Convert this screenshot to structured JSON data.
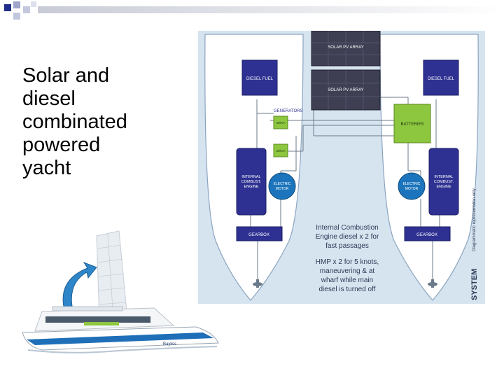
{
  "slide": {
    "title": "Solar and\ndiesel\ncombinated\npowered\nyacht"
  },
  "diagram": {
    "solar_array_top": "SOLAR PV ARRAY",
    "solar_array_mid": "SOLAR PV ARRAY",
    "diesel_fuel_left": "DIESEL FUEL",
    "diesel_fuel_right": "DIESEL FUEL",
    "generators": "GENERATORS",
    "gen1": "30kVA",
    "gen2": "30kVA",
    "batteries": "BATTERIES",
    "engine_left": [
      "INTERNAL",
      "COMBUST.",
      "ENGINE"
    ],
    "engine_right": [
      "INTERNAL",
      "COMBUST.",
      "ENGINE"
    ],
    "motor_left": [
      "ELECTRIC",
      "MOTOR"
    ],
    "motor_right": [
      "ELECTRIC",
      "MOTOR"
    ],
    "gearbox_left": "GEARBOX",
    "gearbox_right": "GEARBOX",
    "note1": [
      "Internal Combustion",
      "Engine diesel x 2 for",
      "fast passages"
    ],
    "note2": [
      "HMP x 2 for 5 knots,",
      "maneuvering & at",
      "wharf while main",
      "diesel is turned off"
    ],
    "side_system": "SYSTEM",
    "side_caption": "Diagrammatic representation only",
    "ship_name": "Bayliss"
  },
  "colors": {
    "navy": "#2e3192",
    "green": "#8dc63f",
    "blue": "#1c75bc",
    "hull_bg": "#d6e4f0",
    "solar": "#3f3f54",
    "accent_square": "#1f2d8a"
  }
}
